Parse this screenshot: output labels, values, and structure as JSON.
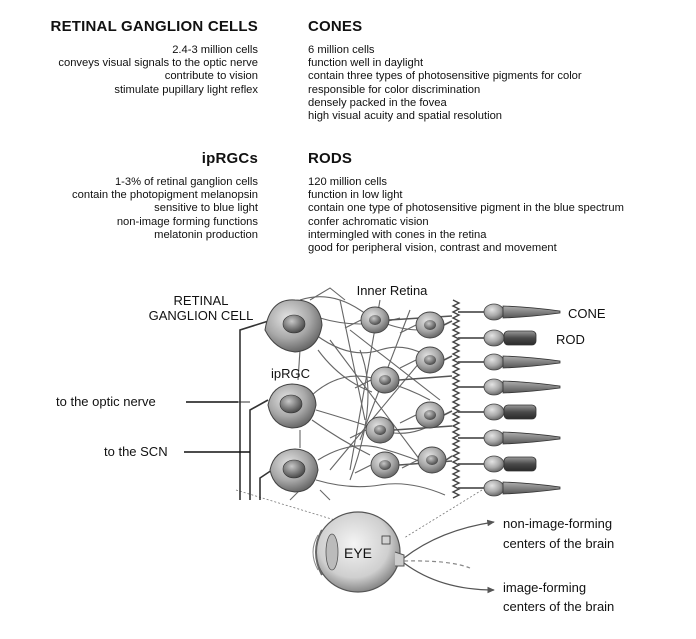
{
  "sections": {
    "rgc": {
      "title": "RETINAL GANGLION CELLS",
      "lines": [
        "2.4-3 million cells",
        "conveys visual signals to the optic nerve",
        "contribute to vision",
        "stimulate pupillary light reflex"
      ]
    },
    "cones": {
      "title": "CONES",
      "lines": [
        "6 million cells",
        "function well in daylight",
        "contain three types of photosensitive pigments for color",
        "responsible for color discrimination",
        "densely packed in the fovea",
        "high visual acuity and spatial resolution"
      ]
    },
    "iprgc": {
      "title": "ipRGCs",
      "lines": [
        "1-3% of retinal ganglion cells",
        "contain the photopigment melanopsin",
        "sensitive to blue light",
        "non-image forming functions",
        "melatonin production"
      ]
    },
    "rods": {
      "title": "RODS",
      "lines": [
        "120 million cells",
        "function in low light",
        "contain one type of photosensitive pigment in the blue spectrum",
        "confer achromatic vision",
        "intermingled with cones in the retina",
        "good for peripheral vision, contrast and movement"
      ]
    }
  },
  "diagram": {
    "rgc_label": [
      "RETINAL",
      "GANGLION CELL"
    ],
    "inner_retina": "Inner Retina",
    "iprgc": "ipRGC",
    "cone": "CONE",
    "rod": "ROD",
    "optic_nerve": "to the optic nerve",
    "scn": "to the SCN",
    "eye": "EYE",
    "non_image": [
      "non-image-forming",
      "centers of the brain"
    ],
    "image": [
      "image-forming",
      "centers of the brain"
    ]
  }
}
